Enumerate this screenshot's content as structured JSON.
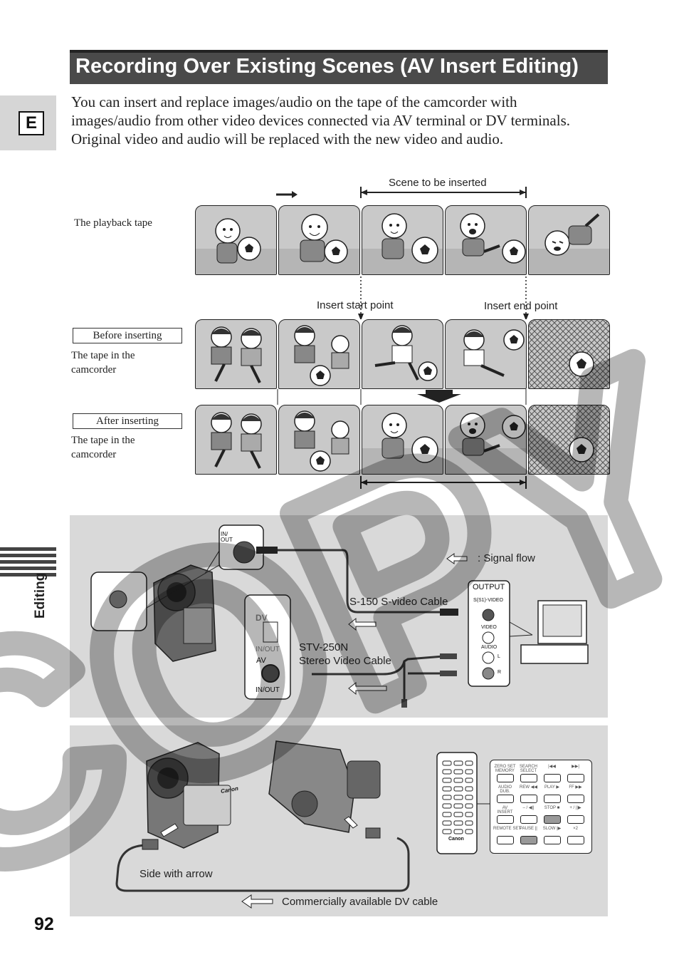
{
  "page": {
    "title": "Recording Over Existing Scenes (AV Insert Editing)",
    "language_tab": "E",
    "section_label": "Editing",
    "page_number": "92",
    "intro": "You can insert and replace images/audio on the tape of the camcorder with images/audio from other video devices connected via AV terminal or DV terminals. Original video and audio will be replaced with the new video and audio."
  },
  "tape_diagram": {
    "scene_to_insert": "Scene to be inserted",
    "playback_tape": "The playback tape",
    "insert_start": "Insert start point",
    "insert_end": "Insert end point",
    "before_inserting": "Before inserting",
    "after_inserting": "After inserting",
    "tape_in_camcorder": "The tape in the camcorder"
  },
  "connection_diagram": {
    "signal_flow": ": Signal flow",
    "svideo_cable": "S-150 S-video Cable",
    "stereo_cable_model": "STV-250N",
    "stereo_cable_name": "Stereo Video Cable",
    "jack_in_out": "IN/\nOUT",
    "dv_label": "DV",
    "dv_in_out": "IN/OUT",
    "av_label": "AV",
    "av_in_out": "IN/OUT",
    "output_label": "OUTPUT",
    "svideo_jack": "S(S1)-VIDEO",
    "video_jack": "VIDEO",
    "audio_jack": "AUDIO",
    "audio_l": "L",
    "audio_r": "R"
  },
  "dv_diagram": {
    "side_with_arrow": "Side with arrow",
    "dv_cable": "Commercially available DV cable",
    "camcorder_brand": "Canon",
    "remote_brand": "Canon",
    "remote_buttons": [
      {
        "label": "ZERO SET\nMEMORY"
      },
      {
        "label": "SEARCH\nSELECT"
      },
      {
        "label": "|◀◀"
      },
      {
        "label": "▶▶|"
      },
      {
        "label": "AUDIO\nDUB."
      },
      {
        "label": "REW ◀◀"
      },
      {
        "label": "PLAY ▶"
      },
      {
        "label": "FF ▶▶"
      },
      {
        "label": "AV\nINSERT"
      },
      {
        "label": "– / ◀||"
      },
      {
        "label": "STOP ■"
      },
      {
        "label": "+ / ||▶"
      },
      {
        "label": "REMOTE SET"
      },
      {
        "label": "PAUSE ||"
      },
      {
        "label": "SLOW |▶"
      },
      {
        "label": "×2"
      }
    ]
  },
  "watermark": "COPY"
}
